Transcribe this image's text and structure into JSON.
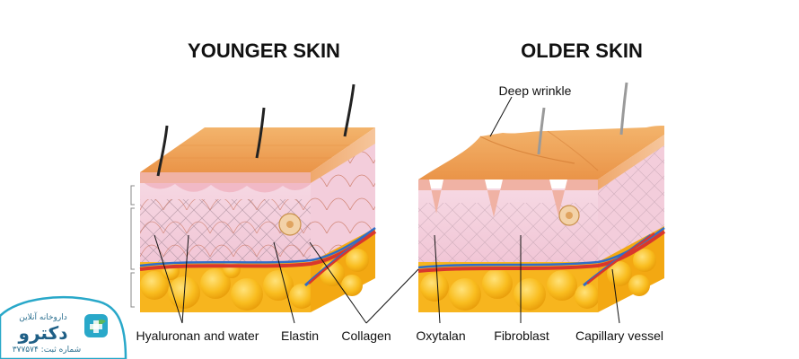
{
  "titles": {
    "younger": "YOUNGER SKIN",
    "older": "OLDER SKIN"
  },
  "labels": {
    "deep_wrinkle": "Deep wrinkle",
    "hyaluronan": "Hyaluronan and water",
    "elastin": "Elastin",
    "collagen": "Collagen",
    "oxytalan": "Oxytalan",
    "fibroblast": "Fibroblast",
    "capillary": "Capillary vessel"
  },
  "logo": {
    "brand": "دکترو",
    "tagline": "داروخانه آنلاین",
    "reg": "شماره ثبت: ۳۷۷۵۷۴"
  },
  "colors": {
    "epidermis_top": "#f0a75a",
    "epidermis_side": "#f4b98a",
    "dermis": "#f6d3df",
    "fat": "#f7b51e",
    "artery": "#d9372c",
    "vein": "#2f6ec8",
    "logo_accent": "#29a8c9",
    "logo_green": "#5cb85c"
  }
}
